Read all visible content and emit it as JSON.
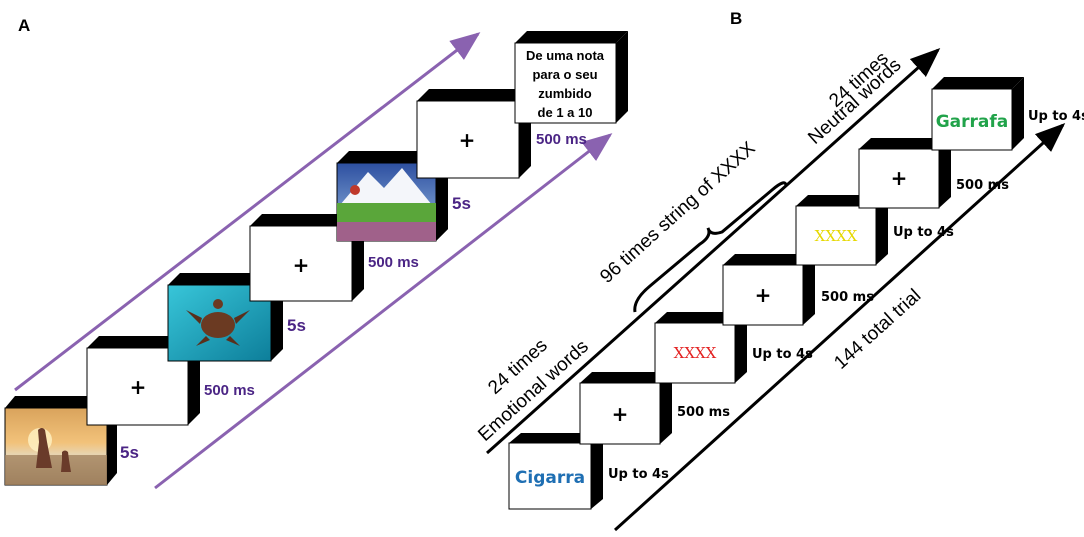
{
  "panels": {
    "a": "A",
    "b": "B"
  },
  "panel_a": {
    "frames": [
      {
        "kind": "image",
        "scene": "sunset-beach",
        "duration": "5s"
      },
      {
        "kind": "fixation",
        "symbol": "+",
        "duration": "500 ms"
      },
      {
        "kind": "image",
        "scene": "sea-turtle",
        "duration": "5s"
      },
      {
        "kind": "fixation",
        "symbol": "+",
        "duration": "500 ms"
      },
      {
        "kind": "image",
        "scene": "mountain-meadow",
        "duration": "5s"
      },
      {
        "kind": "fixation",
        "symbol": "+",
        "duration": "500 ms"
      },
      {
        "kind": "prompt",
        "lines": [
          "De uma nota",
          "para o seu",
          "zumbido",
          "de 1 a 10"
        ]
      }
    ],
    "colors": {
      "arrow": "#8a62b0",
      "duration_text": "#4b2585"
    }
  },
  "panel_b": {
    "frames": [
      {
        "kind": "word",
        "text": "Cigarra",
        "color": "#1f6fb3",
        "duration": "Up to 4s"
      },
      {
        "kind": "fixation",
        "symbol": "+",
        "duration": "500 ms"
      },
      {
        "kind": "string",
        "text": "XXXX",
        "color": "#e32222",
        "duration": "Up to 4s"
      },
      {
        "kind": "fixation",
        "symbol": "+",
        "duration": "500 ms"
      },
      {
        "kind": "string",
        "text": "XXXX",
        "color": "#e6d800",
        "duration": "Up to 4s"
      },
      {
        "kind": "fixation",
        "symbol": "+",
        "duration": "500 ms"
      },
      {
        "kind": "word",
        "text": "Garrafa",
        "color": "#21a34a",
        "duration": "Up to 4s"
      }
    ],
    "labels": {
      "emotional_count": "24 times",
      "emotional": "Emotional words",
      "string_count": "96 times string of XXXX",
      "neutral_count": "24 times",
      "neutral": "Neutral words",
      "total": "144 total trial"
    }
  }
}
